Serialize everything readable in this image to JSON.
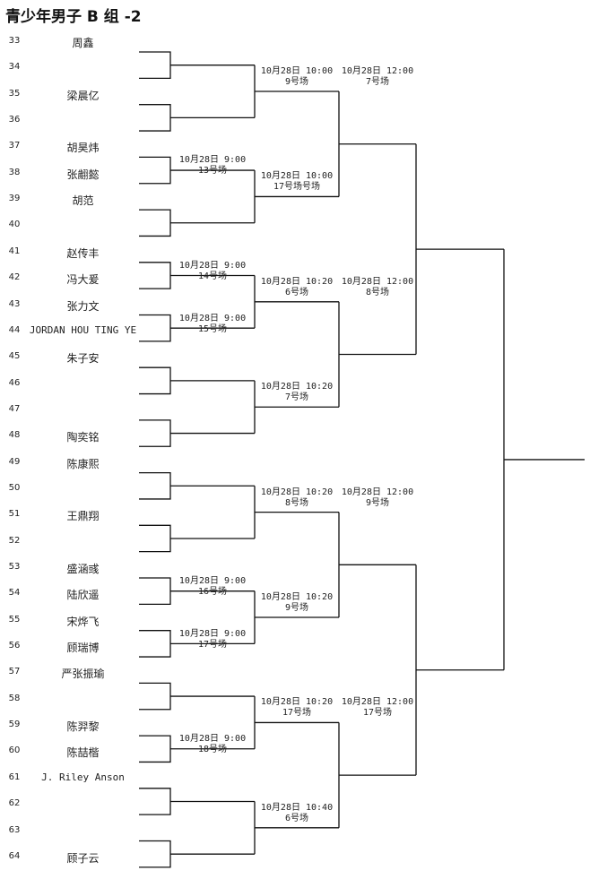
{
  "title": "青少年男子 B 组 -2",
  "players": [
    {
      "seed": "33",
      "name": "周鑫"
    },
    {
      "seed": "34",
      "name": ""
    },
    {
      "seed": "35",
      "name": "梁晨亿"
    },
    {
      "seed": "36",
      "name": ""
    },
    {
      "seed": "37",
      "name": "胡昊炜"
    },
    {
      "seed": "38",
      "name": "张翽懿"
    },
    {
      "seed": "39",
      "name": "胡范"
    },
    {
      "seed": "40",
      "name": ""
    },
    {
      "seed": "41",
      "name": "赵传丰"
    },
    {
      "seed": "42",
      "name": "冯大爰"
    },
    {
      "seed": "43",
      "name": "张力文"
    },
    {
      "seed": "44",
      "name": "JORDAN HOU TING YE"
    },
    {
      "seed": "45",
      "name": "朱子安"
    },
    {
      "seed": "46",
      "name": ""
    },
    {
      "seed": "47",
      "name": ""
    },
    {
      "seed": "48",
      "name": "陶奕铭"
    },
    {
      "seed": "49",
      "name": "陈康熙"
    },
    {
      "seed": "50",
      "name": ""
    },
    {
      "seed": "51",
      "name": "王鼎翔"
    },
    {
      "seed": "52",
      "name": ""
    },
    {
      "seed": "53",
      "name": "盛涵彧"
    },
    {
      "seed": "54",
      "name": "陆欣遥"
    },
    {
      "seed": "55",
      "name": "宋烨飞"
    },
    {
      "seed": "56",
      "name": "顾瑞博"
    },
    {
      "seed": "57",
      "name": "严张振瑜"
    },
    {
      "seed": "58",
      "name": ""
    },
    {
      "seed": "59",
      "name": "陈羿黎"
    },
    {
      "seed": "60",
      "name": "陈喆楷"
    },
    {
      "seed": "61",
      "name": "J. Riley Anson"
    },
    {
      "seed": "62",
      "name": ""
    },
    {
      "seed": "63",
      "name": ""
    },
    {
      "seed": "64",
      "name": "顾子云"
    }
  ],
  "round1": [
    {
      "time": "",
      "court": ""
    },
    {
      "time": "",
      "court": ""
    },
    {
      "time": "10月28日 9:00",
      "court": "13号场"
    },
    {
      "time": "",
      "court": ""
    },
    {
      "time": "10月28日 9:00",
      "court": "14号场"
    },
    {
      "time": "10月28日 9:00",
      "court": "15号场"
    },
    {
      "time": "",
      "court": ""
    },
    {
      "time": "",
      "court": ""
    },
    {
      "time": "",
      "court": ""
    },
    {
      "time": "",
      "court": ""
    },
    {
      "time": "10月28日 9:00",
      "court": "16号场"
    },
    {
      "time": "10月28日 9:00",
      "court": "17号场"
    },
    {
      "time": "",
      "court": ""
    },
    {
      "time": "10月28日 9:00",
      "court": "18号场"
    },
    {
      "time": "",
      "court": ""
    },
    {
      "time": "",
      "court": ""
    }
  ],
  "round2": [
    {
      "time": "10月28日 10:00",
      "court": "9号场"
    },
    {
      "time": "10月28日 10:00",
      "court": "17号场号场"
    },
    {
      "time": "10月28日 10:20",
      "court": "6号场"
    },
    {
      "time": "10月28日 10:20",
      "court": "7号场"
    },
    {
      "time": "10月28日 10:20",
      "court": "8号场"
    },
    {
      "time": "10月28日 10:20",
      "court": "9号场"
    },
    {
      "time": "10月28日 10:20",
      "court": "17号场"
    },
    {
      "time": "10月28日 10:40",
      "court": "6号场"
    }
  ],
  "round3": [
    {
      "time": "10月28日 12:00",
      "court": "7号场"
    },
    {
      "time": "10月28日 12:00",
      "court": "8号场"
    },
    {
      "time": "10月28日 12:00",
      "court": "9号场"
    },
    {
      "time": "10月28日 12:00",
      "court": "17号场"
    }
  ]
}
